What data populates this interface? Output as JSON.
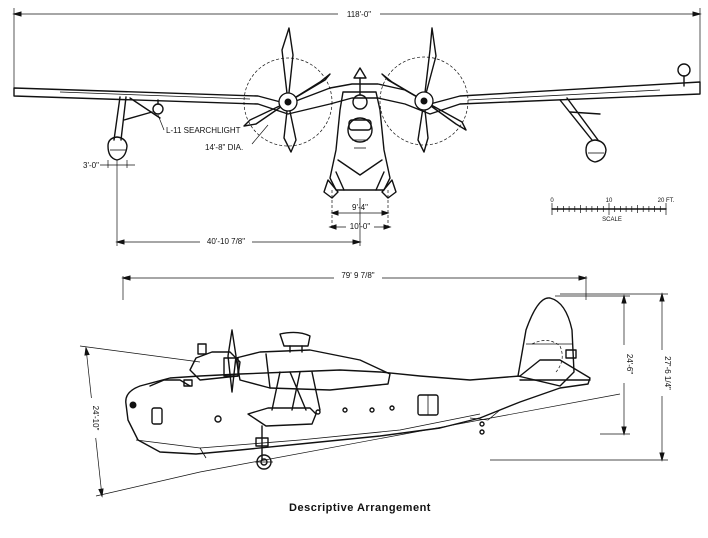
{
  "front_view": {
    "span_label": "118'-0\"",
    "searchlight_label": "L-11 SEARCHLIGHT",
    "prop_dia_label": "14'-8\" DIA.",
    "float_width_label": "3'-0\"",
    "hull_width_label": "9'-4\"",
    "hull_beam_label": "10'-0\"",
    "float_offset_label": "40'-10 7/8\""
  },
  "scale_bar": {
    "tick_labels": [
      "0",
      "10",
      "20 FT."
    ],
    "label": "SCALE"
  },
  "side_view": {
    "length_label": "79' 9 7/8\"",
    "height_tail_label": "24'-6\"",
    "height_total_label": "27'-6 1/4\"",
    "bow_height_label": "24'-10\""
  },
  "caption": "Descriptive Arrangement"
}
